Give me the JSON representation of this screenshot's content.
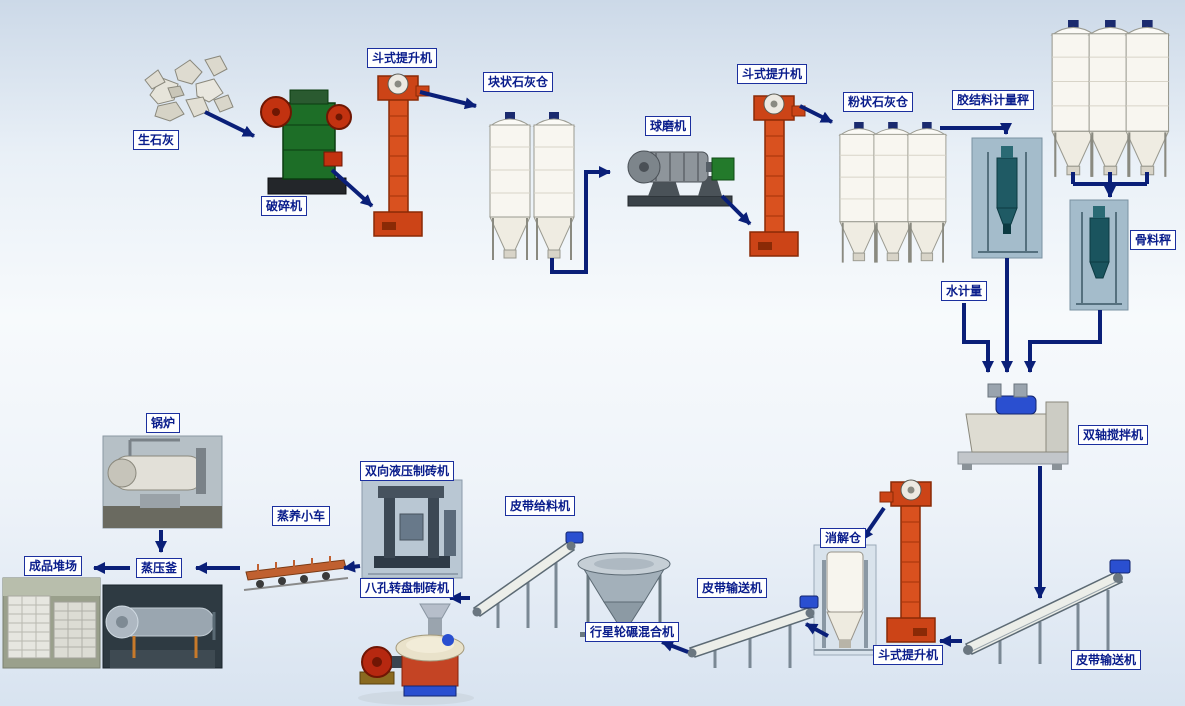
{
  "diagram": {
    "name": "sand-lime-brick-production-line-flow-diagram",
    "labels": {
      "quicklime": "生石灰",
      "bucket_elevator_1": "斗式提升机",
      "crusher": "破碎机",
      "lump_lime_silo": "块状石灰仓",
      "ball_mill": "球磨机",
      "bucket_elevator_2": "斗式提升机",
      "powder_lime_silo": "粉状石灰仓",
      "binder_metering_scale": "胶结料计量秤",
      "aggregate_scale": "骨料秤",
      "water_metering": "水计量",
      "double_shaft_mixer": "双轴搅拌机",
      "boiler": "锅炉",
      "hydraulic_brick_machine": "双向液压制砖机",
      "steam_curing_trolley": "蒸养小车",
      "belt_feeder": "皮带给料机",
      "finished_product_yard": "成品堆场",
      "autoclave": "蒸压釜",
      "rotary_brick_machine": "八孔转盘制砖机",
      "slaking_silo": "消解仓",
      "belt_conveyor_mid": "皮带输送机",
      "planetary_mixer": "行星轮碾混合机",
      "belt_conveyor_right": "皮带输送机",
      "bucket_elevator_3": "斗式提升机"
    }
  },
  "colors": {
    "arrow": "#0a1f78",
    "label_border": "#1b2f9e",
    "label_text": "#0a1d8c"
  }
}
